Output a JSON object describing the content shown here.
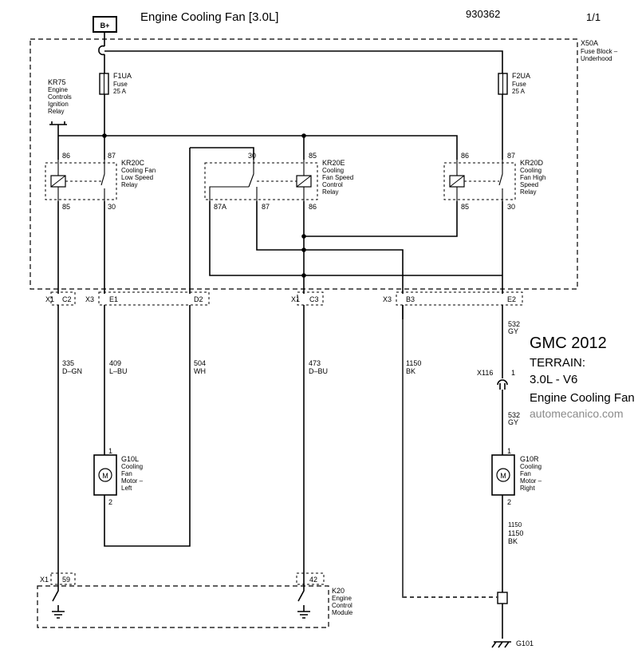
{
  "header": {
    "bplus": "B+",
    "title": "Engine Cooling Fan  [3.0L]",
    "number": "930362",
    "page": "1/1"
  },
  "fuse_block": {
    "id": "X50A",
    "line1": "Fuse Block –",
    "line2": "Underhood"
  },
  "fuses": [
    {
      "id": "F1UA",
      "l1": "Fuse",
      "l2": "25 A"
    },
    {
      "id": "F2UA",
      "l1": "Fuse",
      "l2": "25 A"
    }
  ],
  "ignition_relay": {
    "id": "KR75",
    "l1": "Engine",
    "l2": "Controls",
    "l3": "Ignition",
    "l4": "Relay"
  },
  "relays": [
    {
      "id": "KR20C",
      "l1": "Cooling Fan",
      "l2": "Low Speed",
      "l3": "Relay",
      "p86": "86",
      "p87": "87",
      "p85": "85",
      "p30": "30"
    },
    {
      "id": "KR20E",
      "l1": "Cooling",
      "l2": "Fan Speed",
      "l3": "Control",
      "l4": "Relay",
      "p30": "30",
      "p85": "85",
      "p87a": "87A",
      "p87": "87",
      "p86": "86"
    },
    {
      "id": "KR20D",
      "l1": "Cooling",
      "l2": "Fan High",
      "l3": "Speed",
      "l4": "Relay",
      "p86": "86",
      "p87": "87",
      "p85": "85",
      "p30": "30"
    }
  ],
  "connectors_top": {
    "x1": "X1",
    "c2": "C2",
    "x3": "X3",
    "e1": "E1",
    "d2": "D2",
    "x1b": "X1",
    "c3": "C3",
    "x3b": "X3",
    "b3": "B3",
    "e2": "E2"
  },
  "wires": [
    {
      "num": "335",
      "color": "D–GN"
    },
    {
      "num": "409",
      "color": "L–BU"
    },
    {
      "num": "504",
      "color": "WH"
    },
    {
      "num": "473",
      "color": "D–BU"
    },
    {
      "num": "1150",
      "color": "BK"
    },
    {
      "num": "532",
      "color": "GY"
    },
    {
      "num": "532",
      "color": "GY"
    },
    {
      "num": "1150",
      "color": "BK"
    }
  ],
  "inline_connector": {
    "id": "X116",
    "pin": "1",
    "partial": "1150"
  },
  "motors": [
    {
      "id": "G10L",
      "l1": "Cooling",
      "l2": "Fan",
      "l3": "Motor –",
      "l4": "Left",
      "pin1": "1",
      "pin2": "2",
      "symbol": "M"
    },
    {
      "id": "G10R",
      "l1": "Cooling",
      "l2": "Fan",
      "l3": "Motor –",
      "l4": "Right",
      "pin1": "1",
      "pin2": "2",
      "symbol": "M"
    }
  ],
  "ecm": {
    "id": "K20",
    "l1": "Engine",
    "l2": "Control",
    "l3": "Module",
    "x1": "X1",
    "p59": "59",
    "p42": "42"
  },
  "ground": {
    "id": "G101"
  },
  "info": {
    "brand": "GMC 2012",
    "model": "TERRAIN:",
    "engine": "3.0L - V6",
    "system": "Engine Cooling Fan",
    "watermark": "automecanico.com"
  },
  "colors": {
    "line": "#000000",
    "watermark": "#8a8a8a",
    "background": "#ffffff"
  }
}
